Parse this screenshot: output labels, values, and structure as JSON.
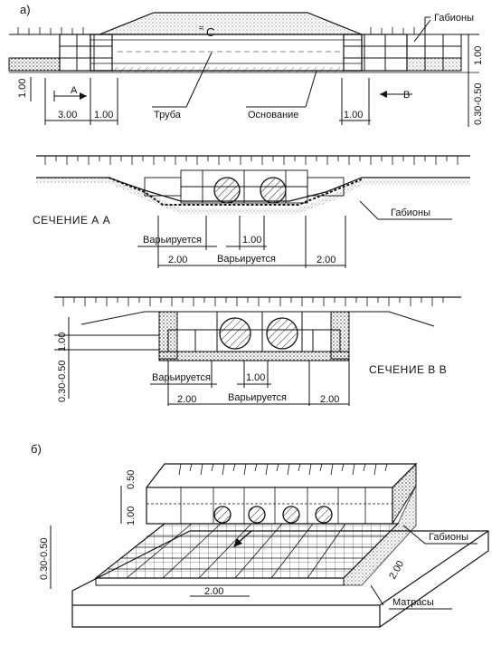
{
  "panel_a": {
    "label": "а)",
    "top_view": {
      "gabions": "Габионы",
      "pipe": "Труба",
      "base": "Основание",
      "section_a": "A",
      "section_b": "B",
      "dim_3_00": "3.00",
      "dim_1_00_left": "1.00",
      "dim_1_00_right": "1.00",
      "dim_1_00_vert": "1.00",
      "dim_1_00_right_vert": "1.00",
      "dim_range": "0.30-0.50"
    },
    "section_aa": {
      "title": "СЕЧЕНИЕ  А А",
      "gabions": "Габионы",
      "varies_1": "Варьируется",
      "varies_2": "Варьируется",
      "dim_1_00": "1.00",
      "dim_2_00_left": "2.00",
      "dim_2_00_right": "2.00"
    },
    "section_bb": {
      "title": "СЕЧЕНИЕ  В В",
      "varies_1": "Варьируется",
      "varies_2": "Варьируется",
      "dim_1_00": "1.00",
      "dim_1_00_vert": "1.00",
      "dim_range": "0.30-0.50",
      "dim_2_00_left": "2.00",
      "dim_2_00_right": "2.00"
    }
  },
  "panel_b": {
    "label": "б)",
    "gabions": "Габионы",
    "mattresses": "Матрасы",
    "dim_0_50": "0.50",
    "dim_1_00": "1.00",
    "dim_range": "0.30-0.50",
    "dim_2_00_front": "2.00",
    "dim_2_00_side": "2.00"
  }
}
